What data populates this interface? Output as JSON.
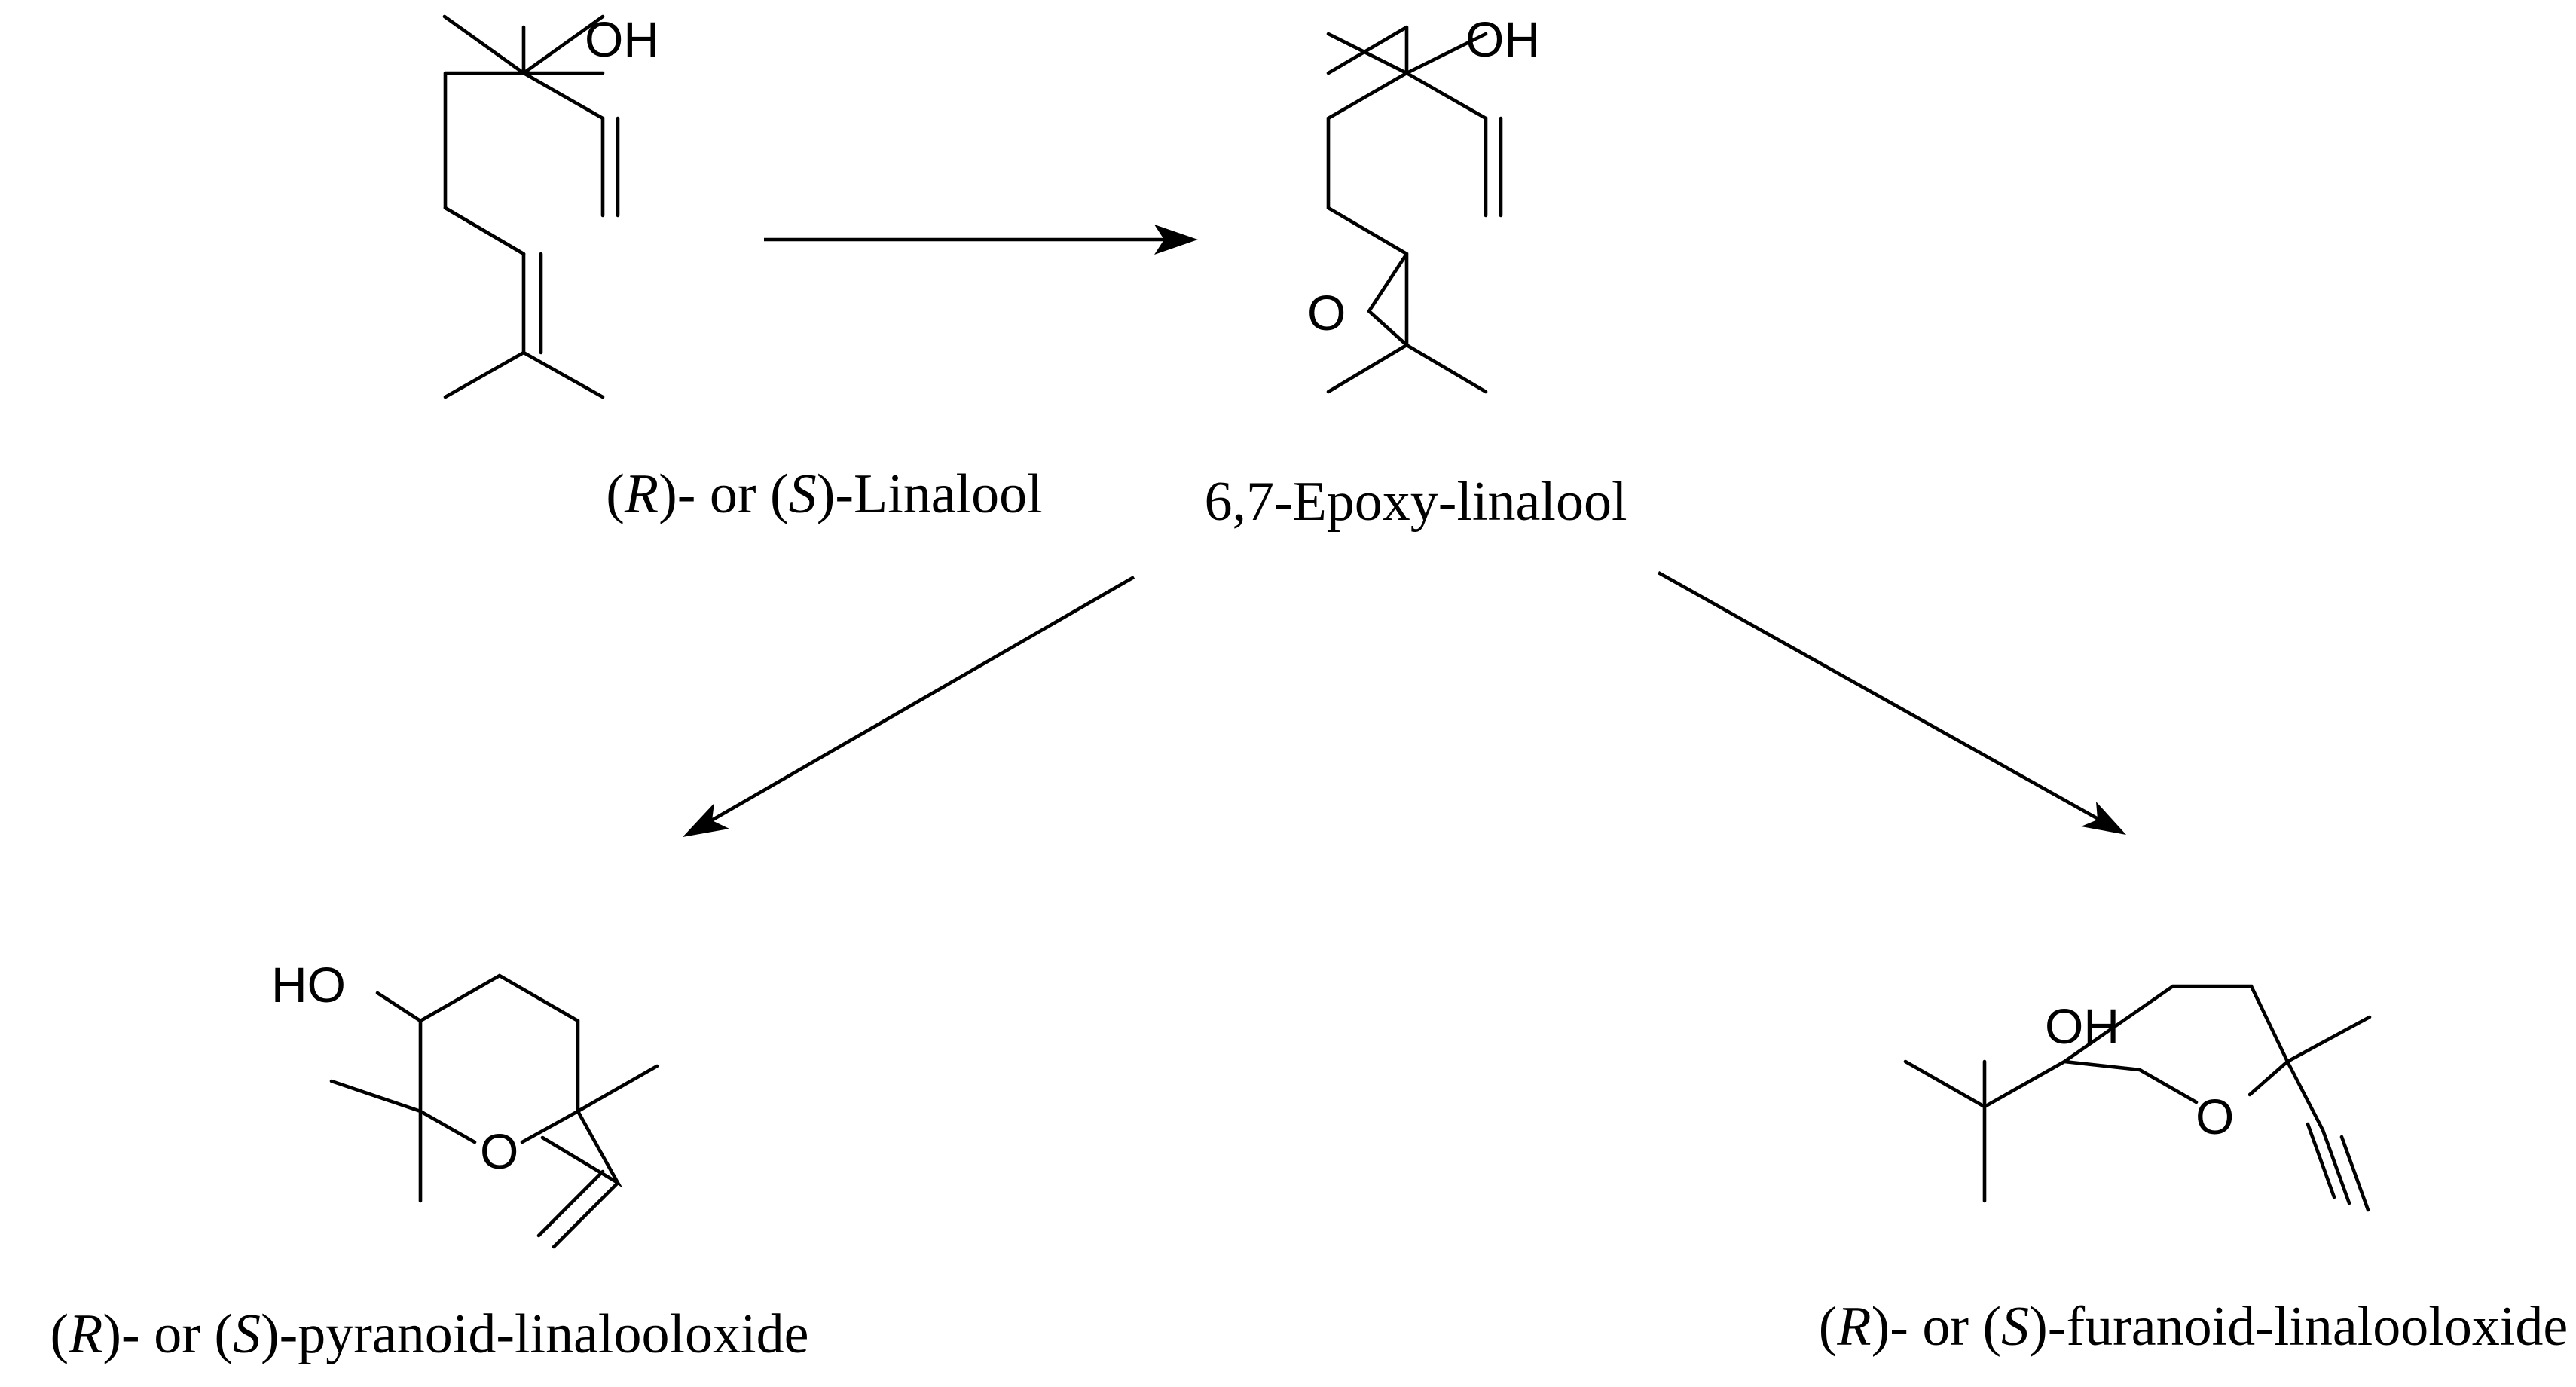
{
  "molecules": {
    "linalool": {
      "caption_parts": [
        "(",
        "R",
        ")- or (",
        "S",
        ")-Linalool"
      ],
      "atoms": {
        "hydroxyl": "OH"
      }
    },
    "epoxy_linalool": {
      "caption_parts": [
        "6,7-Epoxy-linalool"
      ],
      "atoms": {
        "hydroxyl": "OH",
        "epoxide_oxygen": "O"
      }
    },
    "pyranoid_linalooloxide": {
      "caption_parts": [
        "(",
        "R",
        ")- or (",
        "S",
        ")-pyranoid-linalooloxide"
      ],
      "atoms": {
        "hydroxyl": "HO",
        "ring_oxygen": "O"
      }
    },
    "furanoid_linalooloxide": {
      "caption_parts": [
        "(",
        "R",
        ")- or (",
        "S",
        ")-furanoid-linalooloxide"
      ],
      "atoms": {
        "hydroxyl": "OH",
        "ring_oxygen": "O"
      }
    }
  },
  "reactions": [
    {
      "from": "linalool",
      "to": "epoxy_linalool"
    },
    {
      "from": "epoxy_linalool",
      "to": "pyranoid_linalooloxide"
    },
    {
      "from": "epoxy_linalool",
      "to": "furanoid_linalooloxide"
    }
  ],
  "colors": {
    "ink": "#000000",
    "background": "#ffffff"
  }
}
